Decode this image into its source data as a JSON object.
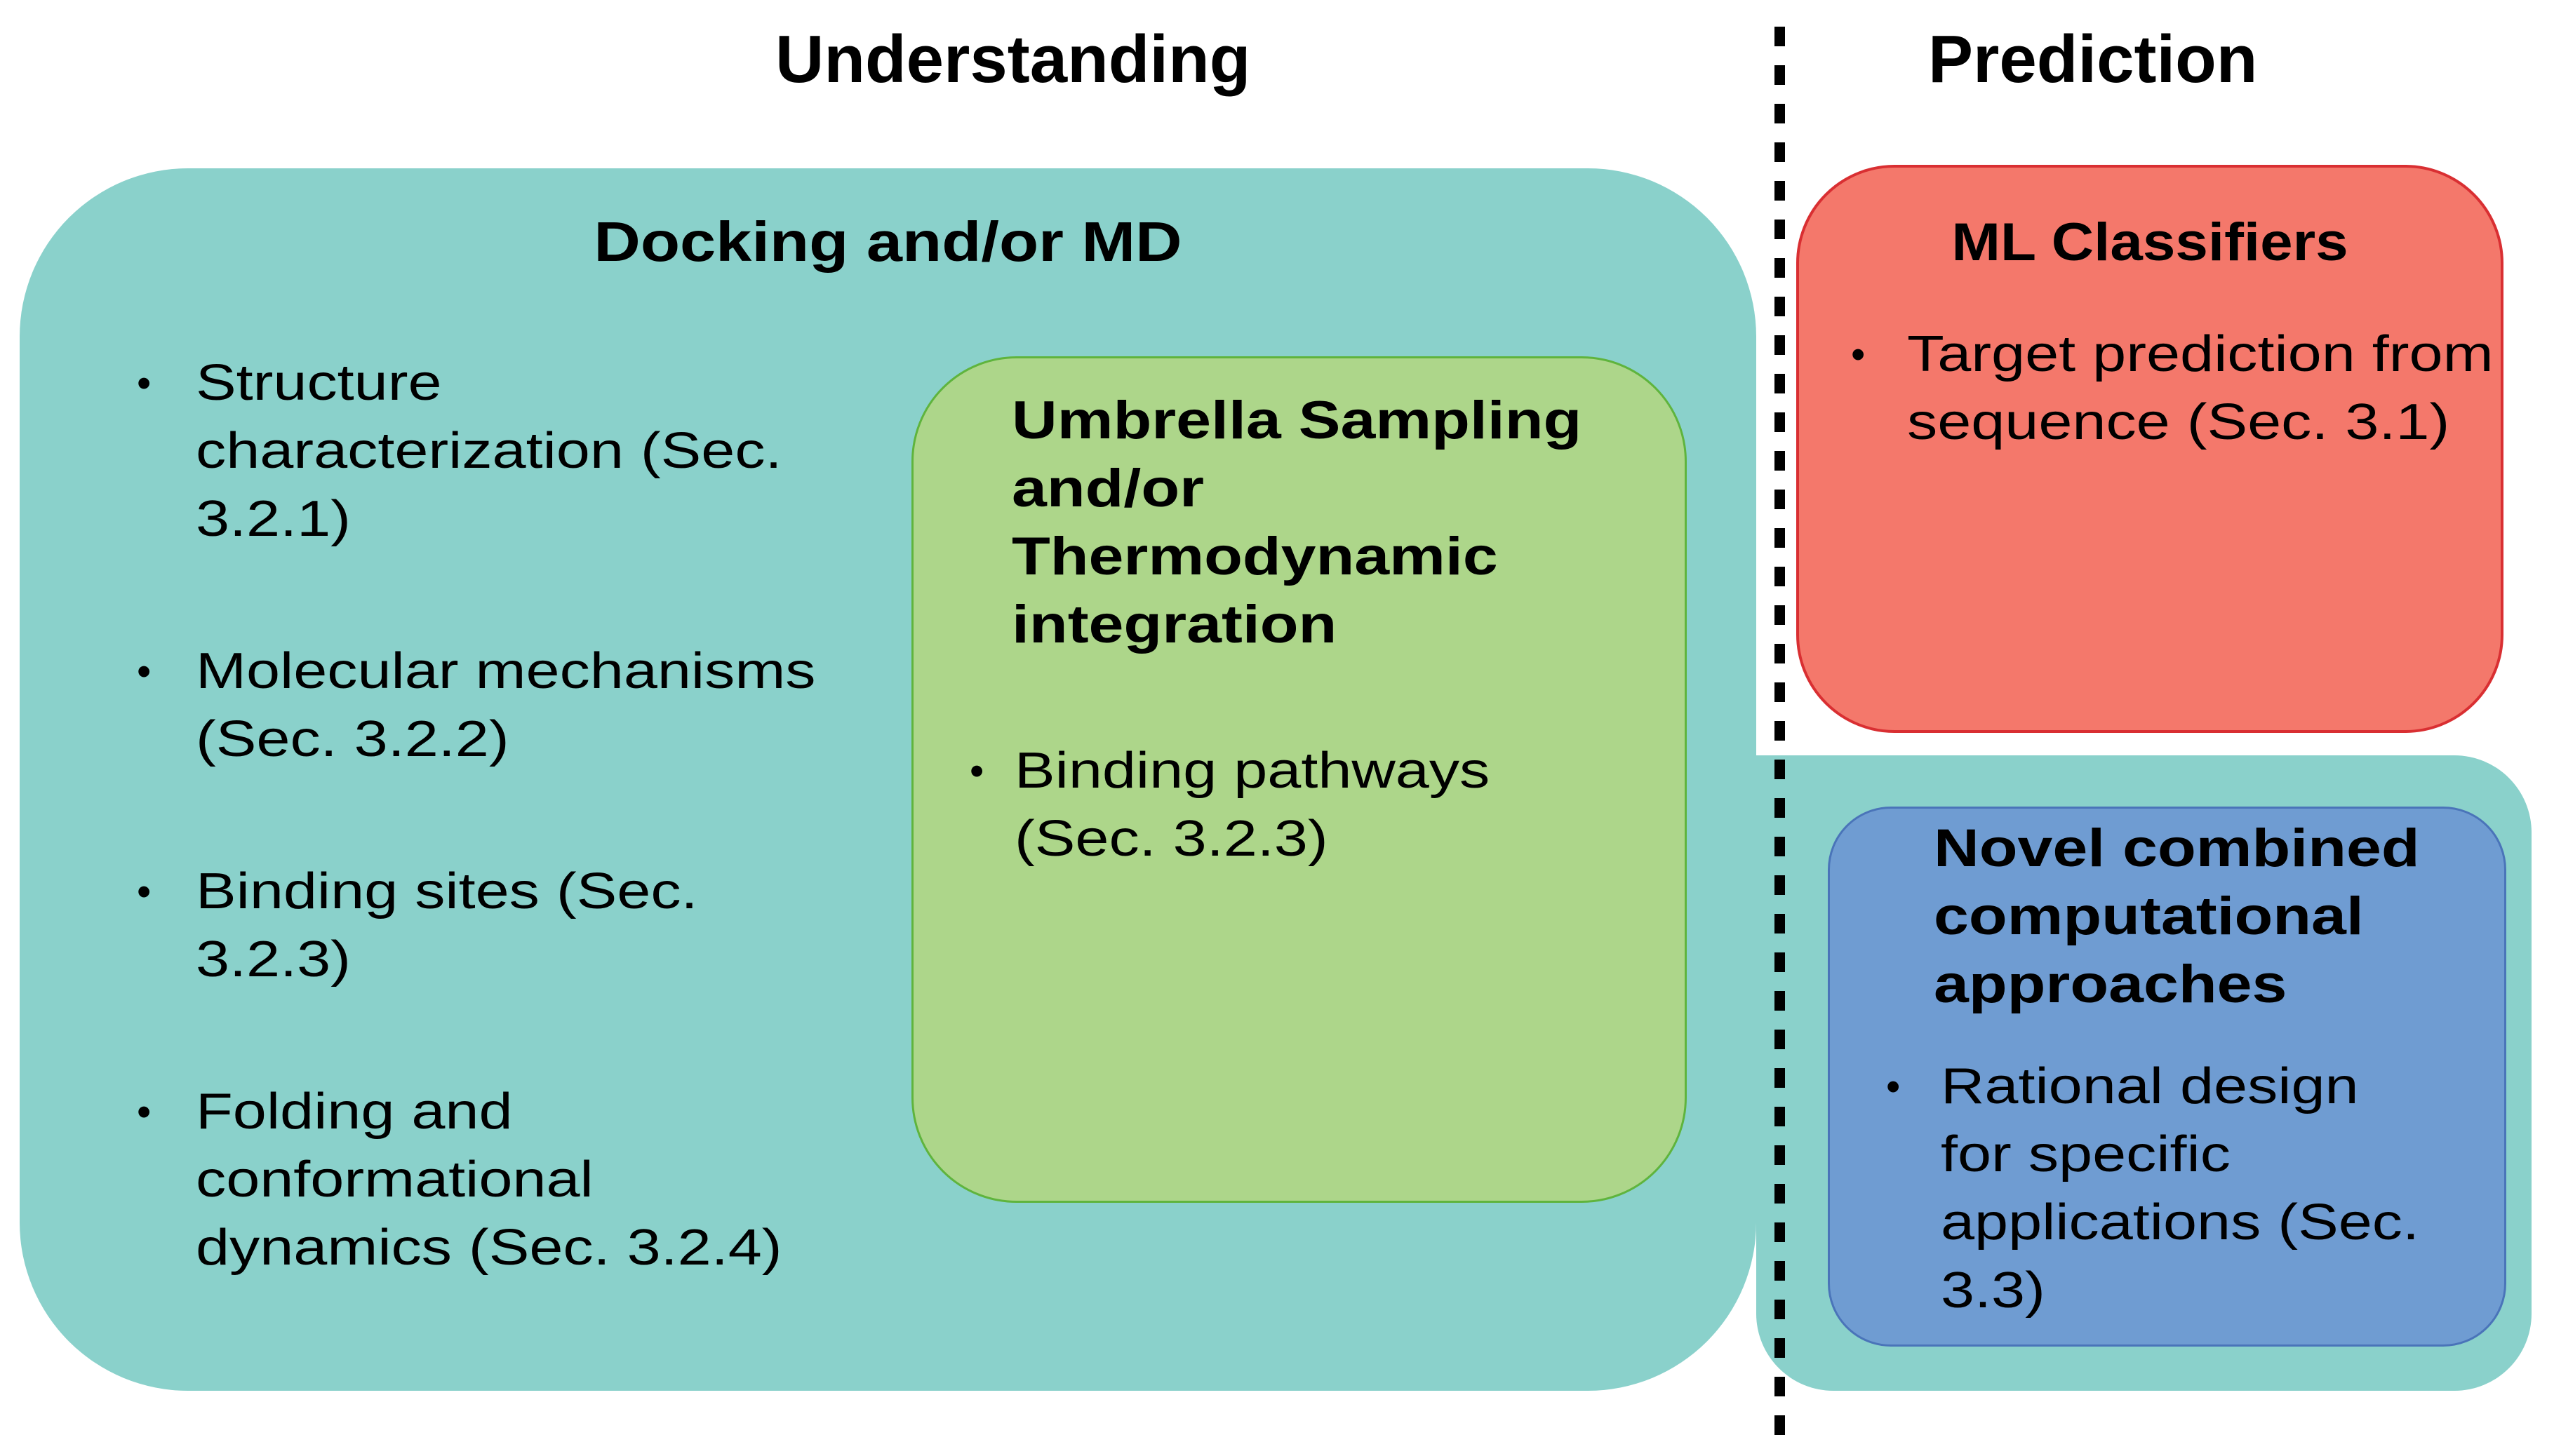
{
  "header": {
    "left_title": "Understanding",
    "right_title": "Prediction"
  },
  "ui": {
    "bullet_char": "•",
    "divider_style": "dashed-vertical"
  },
  "colors": {
    "teal": "#8AD1CB",
    "green-fill": "#ADD68A",
    "green-border": "#5FB43D",
    "red-fill": "#F4786B",
    "red-border": "#D92F32",
    "blue-fill": "#6F9CD2",
    "blue-border": "#4A74B9",
    "divider": "#000000",
    "text": "#000000",
    "background": "#FFFFFF"
  },
  "docking_box": {
    "title": "Docking and/or MD",
    "bullets": [
      "Structure\ncharacterization (Sec.\n3.2.1)",
      "Molecular mechanisms\n(Sec. 3.2.2)",
      "Binding sites (Sec.\n3.2.3)",
      "Folding and\nconformational\ndynamics (Sec. 3.2.4)"
    ]
  },
  "umbrella_box": {
    "title": "Umbrella Sampling\nand/or\nThermodynamic\nintegration",
    "bullets": [
      "Binding pathways\n(Sec. 3.2.3)"
    ]
  },
  "ml_box": {
    "title": "ML Classifiers",
    "bullets": [
      "Target prediction from\nsequence (Sec. 3.1)"
    ]
  },
  "novel_box": {
    "title": "Novel combined\ncomputational\napproaches",
    "bullets": [
      "Rational design\nfor specific\napplications (Sec.\n3.3)"
    ]
  }
}
